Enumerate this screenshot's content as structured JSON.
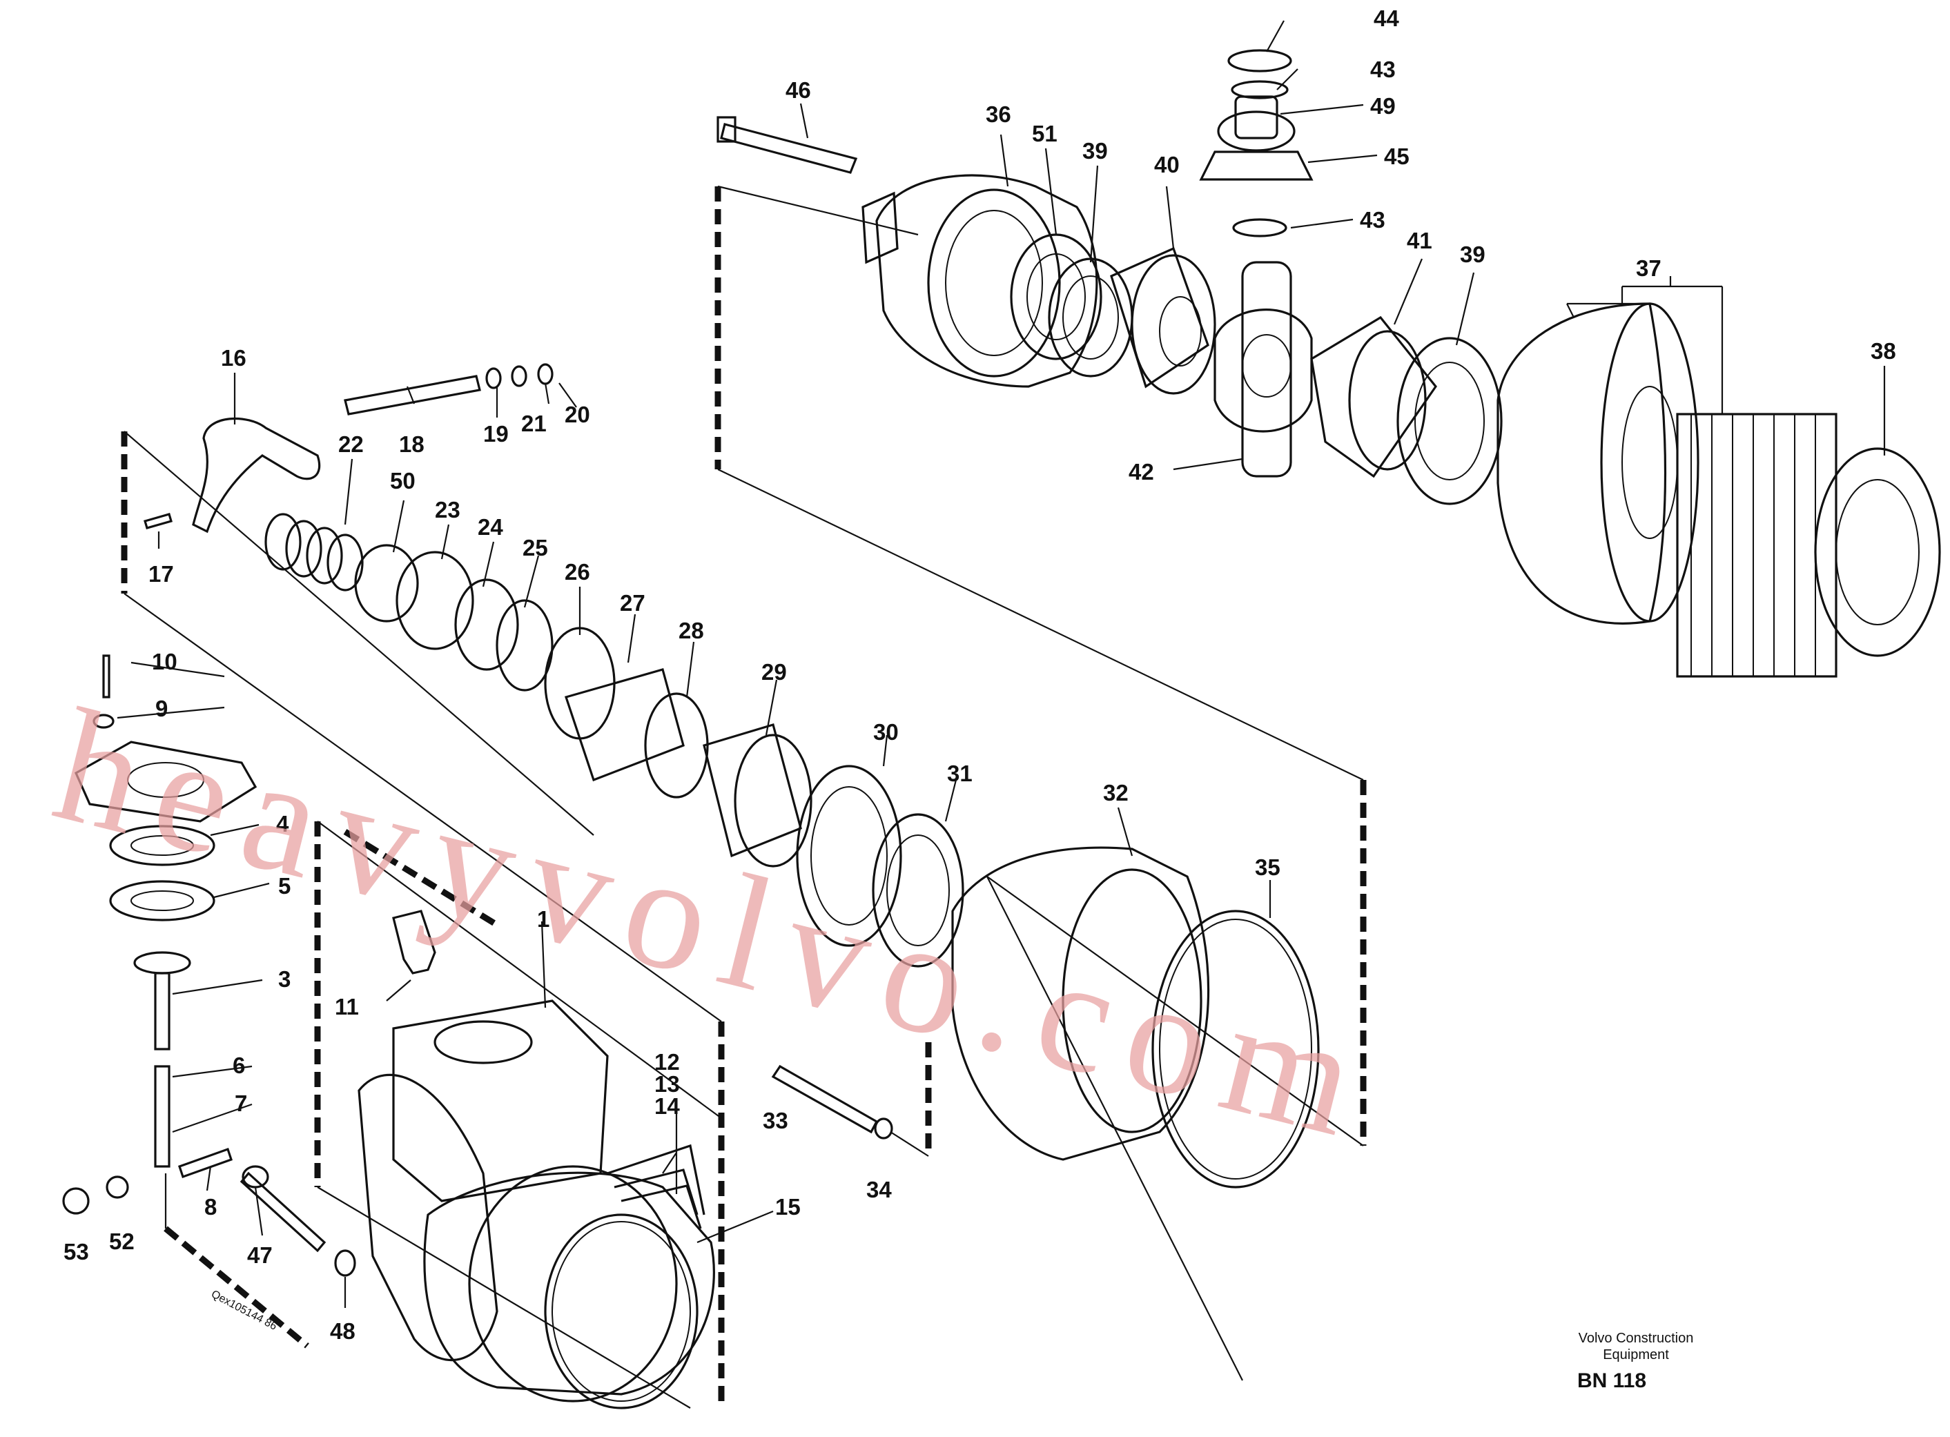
{
  "watermark": "heavyvolvo.com",
  "footer": {
    "company_line1": "Volvo Construction",
    "company_line2": "Equipment",
    "code": "BN 118"
  },
  "drawing_code": "Qex105144 86",
  "labels": {
    "p1": "1",
    "p3": "3",
    "p4": "4",
    "p5": "5",
    "p6": "6",
    "p7": "7",
    "p8": "8",
    "p9": "9",
    "p10": "10",
    "p11": "11",
    "p12": "12",
    "p13": "13",
    "p14": "14",
    "p15": "15",
    "p16": "16",
    "p17": "17",
    "p18": "18",
    "p19": "19",
    "p20": "20",
    "p21": "21",
    "p22": "22",
    "p23": "23",
    "p24": "24",
    "p25": "25",
    "p26": "26",
    "p27": "27",
    "p28": "28",
    "p29": "29",
    "p30": "30",
    "p31": "31",
    "p32": "32",
    "p33": "33",
    "p34": "34",
    "p35": "35",
    "p36": "36",
    "p37": "37",
    "p38": "38",
    "p39a": "39",
    "p39b": "39",
    "p40": "40",
    "p41": "41",
    "p42": "42",
    "p43a": "43",
    "p43b": "43",
    "p44": "44",
    "p45": "45",
    "p46": "46",
    "p47": "47",
    "p48": "48",
    "p49": "49",
    "p50": "50",
    "p51": "51",
    "p52": "52",
    "p53": "53"
  }
}
